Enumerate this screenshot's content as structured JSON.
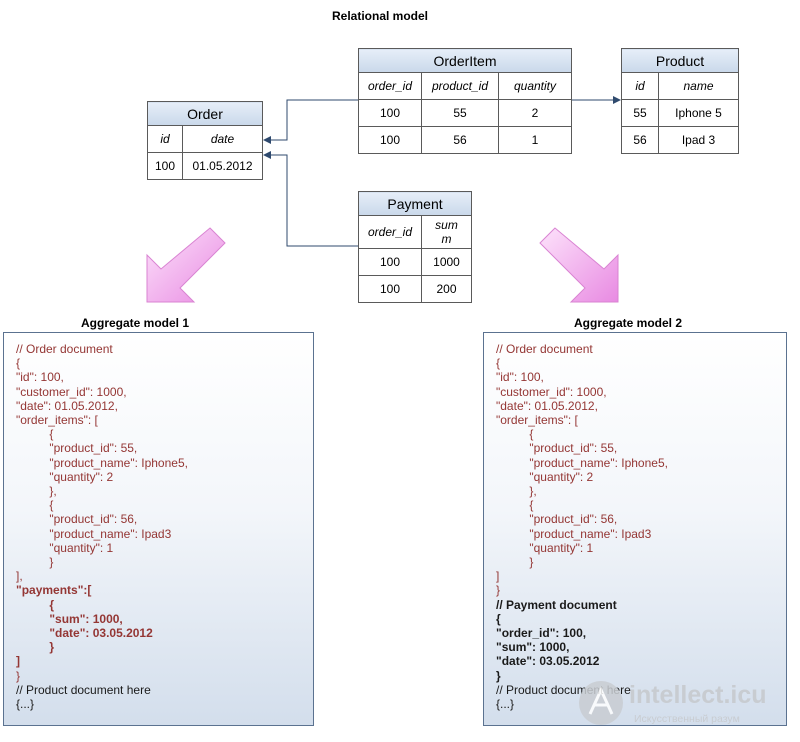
{
  "titles": {
    "relational": "Relational model",
    "aggregate1": "Aggregate model 1",
    "aggregate2": "Aggregate model 2"
  },
  "tables": {
    "order": {
      "name": "Order",
      "columns": [
        "id",
        "date"
      ],
      "rows": [
        [
          "100",
          "01.05.2012"
        ]
      ]
    },
    "orderitem": {
      "name": "OrderItem",
      "columns": [
        "order_id",
        "product_id",
        "quantity"
      ],
      "rows": [
        [
          "100",
          "55",
          "2"
        ],
        [
          "100",
          "56",
          "1"
        ]
      ]
    },
    "product": {
      "name": "Product",
      "columns": [
        "id",
        "name"
      ],
      "rows": [
        [
          "55",
          "Iphone 5"
        ],
        [
          "56",
          "Ipad 3"
        ]
      ]
    },
    "payment": {
      "name": "Payment",
      "columns": [
        "order_id",
        "sum\nm"
      ],
      "rows": [
        [
          "100",
          "1000"
        ],
        [
          "100",
          "200"
        ]
      ]
    }
  },
  "aggregate1": {
    "lines": [
      "// Order document",
      "{",
      "\"id\": 100,",
      "\"customer_id\": 1000,",
      "\"date\": 01.05.2012,",
      "\"order_items\": [",
      "          {",
      "          \"product_id\": 55,",
      "          \"product_name\": Iphone5,",
      "          \"quantity\": 2",
      "          },",
      "          {",
      "          \"product_id\": 56,",
      "          \"product_name\": Ipad3",
      "          \"quantity\": 1",
      "          }",
      "],",
      "\"payments\":[",
      "          {",
      "          \"sum\": 1000,",
      "          \"date\": 03.05.2012",
      "          }",
      "]",
      "}",
      "// Product document here",
      "{...}"
    ]
  },
  "aggregate2": {
    "lines": [
      "// Order document",
      "{",
      "\"id\": 100,",
      "\"customer_id\": 1000,",
      "\"date\": 01.05.2012,",
      "\"order_items\": [",
      "          {",
      "          \"product_id\": 55,",
      "          \"product_name\": Iphone5,",
      "          \"quantity\": 2",
      "          },",
      "          {",
      "          \"product_id\": 56,",
      "          \"product_name\": Ipad3",
      "          \"quantity\": 1",
      "          }",
      "]",
      "}",
      "// Payment document",
      "{",
      "\"order_id\": 100,",
      "\"sum\": 1000,",
      "\"date\": 03.05.2012",
      "}",
      "// Product document here",
      "{...}"
    ]
  },
  "watermark": {
    "brand": "intellect.icu",
    "tagline": "Искусственный разум"
  },
  "colors": {
    "code_red": "#943634",
    "code_black": "#1a1a1a",
    "arrow_pink": "#f0a8ec",
    "table_header": "#c9d8ea",
    "connector": "#2f4a6e"
  }
}
